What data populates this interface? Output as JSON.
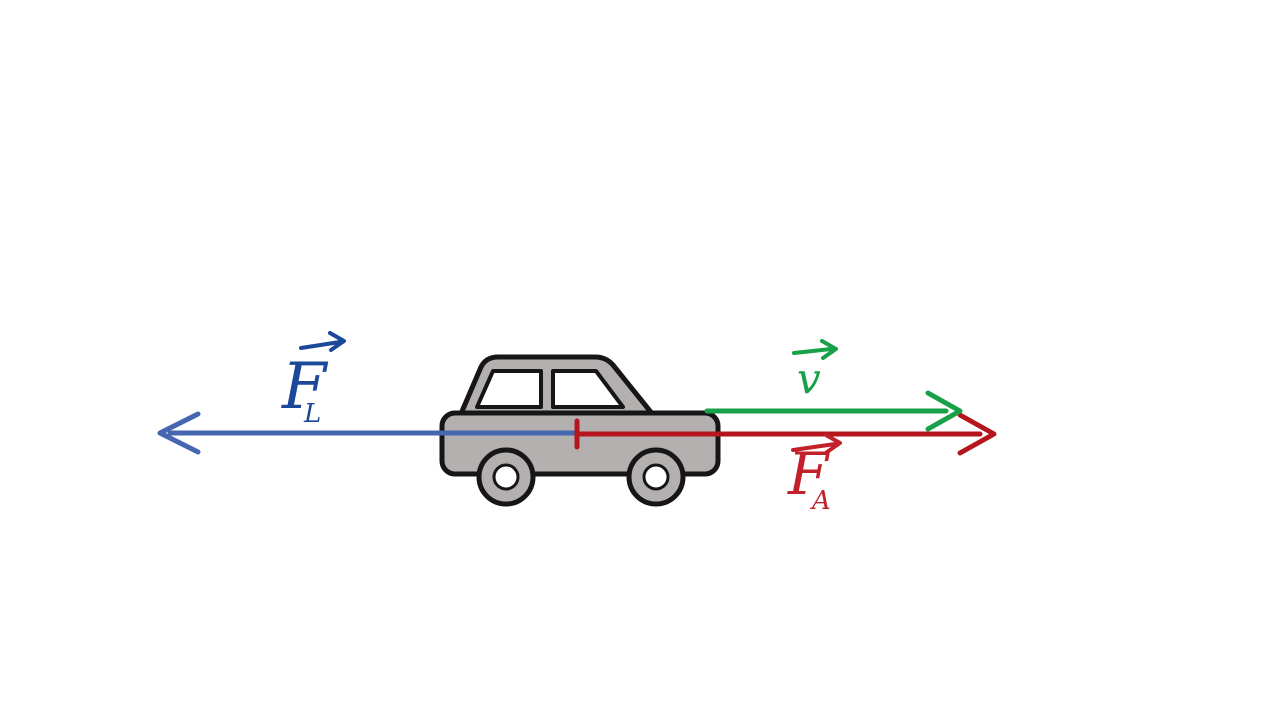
{
  "page": {
    "background_color": "#ffffff"
  },
  "diagram": {
    "subject": "car-free-body-diagram",
    "car": {
      "body_color": "#b5b0b0",
      "outline_color": "#161616",
      "window_color": "#ffffff",
      "hub_color": "#ffffff"
    },
    "vectors": {
      "resistance": {
        "label": "F",
        "subscript": "L",
        "direction": "left",
        "arrow_color": "#4666b0",
        "label_color": "#1b4899"
      },
      "drive": {
        "label": "F",
        "subscript": "A",
        "direction": "right",
        "arrow_color": "#b5161d",
        "label_color": "#c2202a"
      },
      "velocity": {
        "label": "v",
        "subscript": "",
        "direction": "right",
        "arrow_color": "#18a048",
        "label_color": "#18a048"
      }
    }
  }
}
